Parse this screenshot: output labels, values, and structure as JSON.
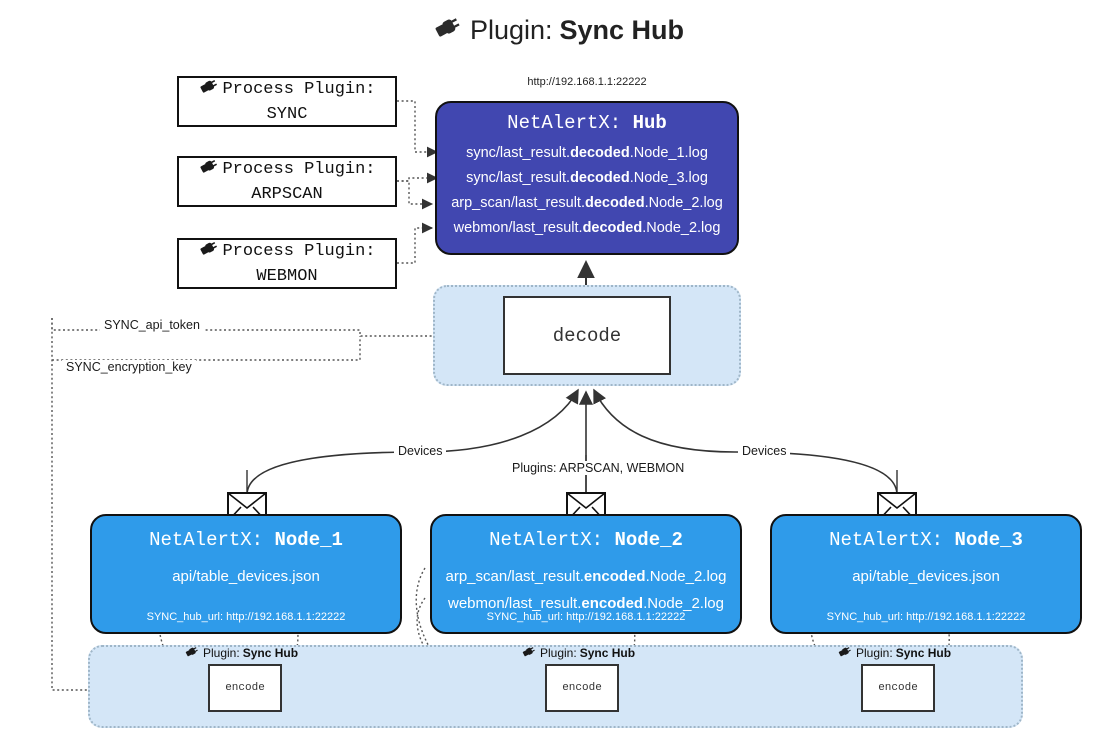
{
  "title": {
    "icon": "plug-icon",
    "prefix": "Plugin:",
    "name": "Sync Hub"
  },
  "hub": {
    "url": "http://192.168.1.1:22222",
    "title_prefix": "NetAlertX:",
    "title_name": "Hub",
    "color": "#4147b0",
    "logs": [
      {
        "pre": "sync/last_result.",
        "mid": "decoded",
        "post": ".Node_1.log"
      },
      {
        "pre": "sync/last_result.",
        "mid": "decoded",
        "post": ".Node_3.log"
      },
      {
        "pre": "arp_scan/last_result.",
        "mid": "decoded",
        "post": ".Node_2.log"
      },
      {
        "pre": "webmon/last_result.",
        "mid": "decoded",
        "post": ".Node_2.log"
      }
    ]
  },
  "process_plugins": [
    {
      "icon": "plug-icon",
      "line1": "Process Plugin:",
      "line2": "SYNC"
    },
    {
      "icon": "plug-icon",
      "line1": "Process Plugin:",
      "line2": "ARPSCAN"
    },
    {
      "icon": "plug-icon",
      "line1": "Process Plugin:",
      "line2": "WEBMON"
    }
  ],
  "decode": {
    "label": "decode",
    "wrapper_color": "#d4e6f7"
  },
  "settings_edges": [
    {
      "label": "SYNC_api_token"
    },
    {
      "label": "SYNC_encryption_key"
    }
  ],
  "flow_labels": {
    "devices_left": "Devices",
    "devices_right": "Devices",
    "plugins_center": "Plugins: ARPSCAN, WEBMON"
  },
  "nodes": [
    {
      "icon": "envelope-icon",
      "title_prefix": "NetAlertX:",
      "title_name": "Node_1",
      "color": "#2f9bea",
      "lines": [
        {
          "pre": "api/table_devices.json",
          "mid": "",
          "post": ""
        }
      ],
      "footer": "SYNC_hub_url: http://192.168.1.1:22222"
    },
    {
      "icon": "envelope-icon",
      "title_prefix": "NetAlertX:",
      "title_name": "Node_2",
      "color": "#2f9bea",
      "lines": [
        {
          "pre": "arp_scan/last_result.",
          "mid": "encoded",
          "post": ".Node_2.log"
        },
        {
          "pre": "webmon/last_result.",
          "mid": "encoded",
          "post": ".Node_2.log"
        }
      ],
      "footer": "SYNC_hub_url: http://192.168.1.1:22222"
    },
    {
      "icon": "envelope-icon",
      "title_prefix": "NetAlertX:",
      "title_name": "Node_3",
      "color": "#2f9bea",
      "lines": [
        {
          "pre": "api/table_devices.json",
          "mid": "",
          "post": ""
        }
      ],
      "footer": "SYNC_hub_url: http://192.168.1.1:22222"
    }
  ],
  "encoders": [
    {
      "plugin_icon": "plug-icon",
      "plugin_prefix": "Plugin:",
      "plugin_name": "Sync Hub",
      "label": "encode"
    },
    {
      "plugin_icon": "plug-icon",
      "plugin_prefix": "Plugin:",
      "plugin_name": "Sync Hub",
      "label": "encode"
    },
    {
      "plugin_icon": "plug-icon",
      "plugin_prefix": "Plugin:",
      "plugin_name": "Sync Hub",
      "label": "encode"
    }
  ]
}
